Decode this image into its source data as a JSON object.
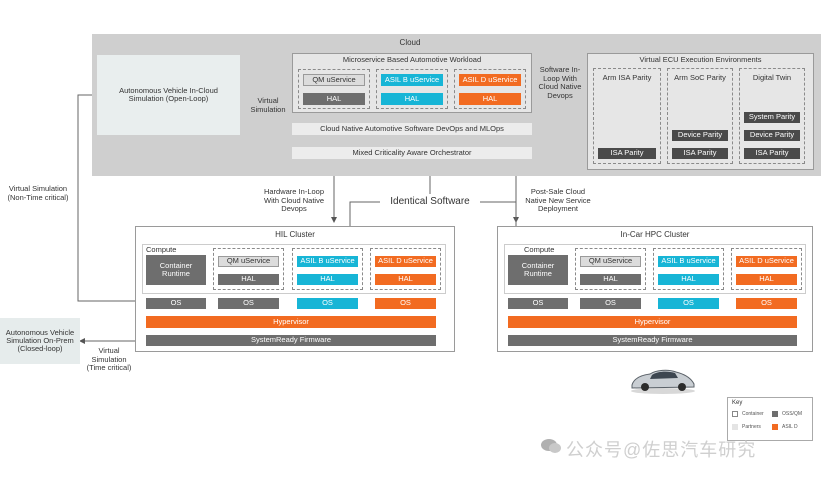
{
  "cloud": {
    "title": "Cloud",
    "sim_open_loop": "Autonomous  Vehicle In-Cloud Simulation (Open-Loop)",
    "virtual_simulation": "Virtual Simulation",
    "microservice": {
      "title": "Microservice Based Automotive Workload",
      "qm": "QM uService",
      "asil_b": "ASIL B uService",
      "asil_d": "ASIL D uService",
      "hal": "HAL"
    },
    "software_in_loop": "Software In-Loop With Cloud Native Devops",
    "devops_bar": "Cloud Native Automotive Software DevOps and MLOps",
    "orchestrator": "Mixed Criticality Aware Orchestrator",
    "ecu": {
      "title": "Virtual ECU Execution Environments",
      "col1_title": "Arm ISA Parity",
      "col2_title": "Arm SoC Parity",
      "col3_title": "Digital Twin",
      "isa_parity": "ISA Parity",
      "device_parity": "Device  Parity",
      "system_parity": "System Parity"
    }
  },
  "left_labels": {
    "virtual_sim_non_time": "Virtual Simulation (Non-Time critical)",
    "sim_on_prem": "Autonomous Vehicle Simulation On-Prem (Closed-loop)",
    "virtual_sim_time": "Virtual Simulation (Time critical)"
  },
  "middle_labels": {
    "hil_devops": "Hardware In-Loop With Cloud Native Devops",
    "identical_software": "Identical Software",
    "post_sale": "Post-Sale Cloud Native New Service Deployment"
  },
  "hil": {
    "title": "HIL Cluster",
    "compute": "Compute",
    "container_runtime": "Container Runtime",
    "qm": "QM uService",
    "asil_b": "ASIL B uService",
    "asil_d": "ASIL D uService",
    "hal": "HAL",
    "os": "OS",
    "hypervisor": "Hypervisor",
    "firmware": "SystemReady Firmware"
  },
  "incar": {
    "title": "In-Car HPC Cluster",
    "compute": "Compute",
    "container_runtime": "Container Runtime",
    "qm": "QM uService",
    "asil_b": "ASIL B uService",
    "asil_d": "ASIL D uService",
    "hal": "HAL",
    "os": "OS",
    "hypervisor": "Hypervisor",
    "firmware": "SystemReady Firmware"
  },
  "key": {
    "title": "Key",
    "container": "Container",
    "oss_qm": "OSS/QM",
    "partners": "Partners",
    "asil_d": "ASIL D"
  },
  "watermark": "公众号@佐思汽车研究",
  "colors": {
    "orange": "#f26b21",
    "cyan": "#17b5d6",
    "gray": "#6e6e6e",
    "cloud_bg": "#cfcfcf"
  }
}
